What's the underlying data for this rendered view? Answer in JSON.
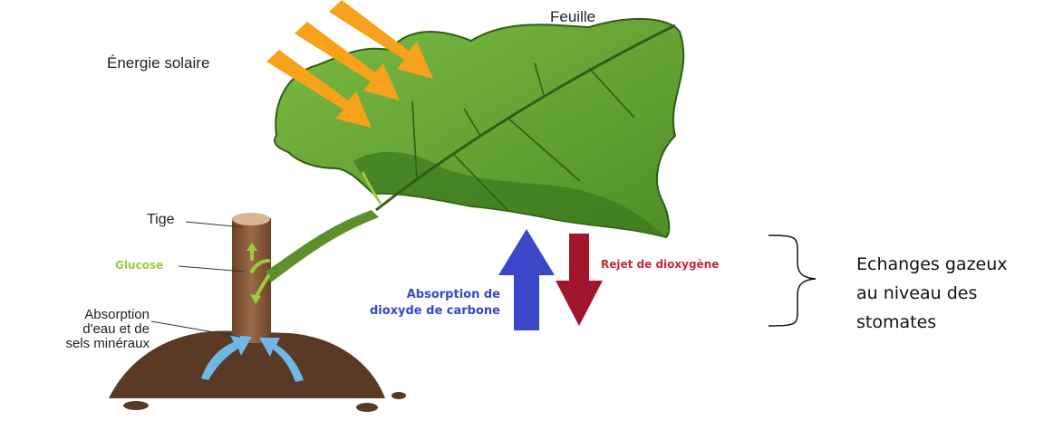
{
  "labels": {
    "energie_solaire": "Énergie solaire",
    "feuille": "Feuille",
    "tige": "Tige",
    "glucose": "Glucose",
    "absorption_eau": [
      "Absorption",
      "d'eau et de",
      "sels minéraux"
    ],
    "absorption_co2": [
      "Absorption de",
      "dioxyde de carbone"
    ],
    "rejet_o2": "Rejet de dioxygène",
    "echanges": [
      "Echanges gazeux",
      "au niveau des",
      "stomates"
    ]
  },
  "colors": {
    "sun_arrow": "#f7a21b",
    "leaf_dark": "#3f7a1f",
    "leaf_light": "#6fae3c",
    "stem": "#8a5a3b",
    "soil": "#5a3a25",
    "water_arrow": "#6fb8e6",
    "glucose": "#9ccc3a",
    "co2_arrow": "#3a47c9",
    "o2_arrow": "#a1162a"
  }
}
